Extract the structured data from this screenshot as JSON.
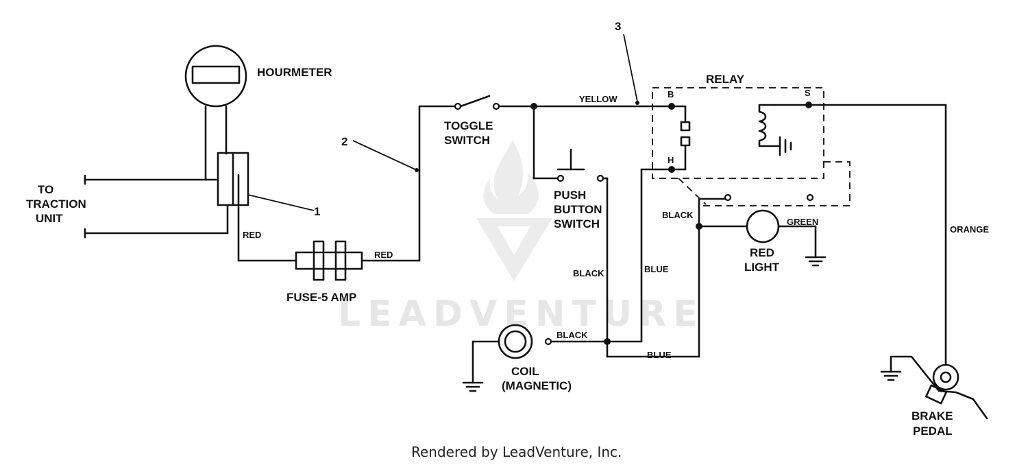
{
  "watermark": {
    "text": "LEADVENTURE",
    "icon": "leadventure-flame-logo"
  },
  "footer": {
    "credit": "Rendered by LeadVenture, Inc."
  },
  "components": {
    "hourmeter": "HOURMETER",
    "traction_unit": [
      "TO",
      "TRACTION",
      "UNIT"
    ],
    "fuse": "FUSE-5 AMP",
    "toggle_switch": [
      "TOGGLE",
      "SWITCH"
    ],
    "push_button_switch": [
      "PUSH",
      "BUTTON",
      "SWITCH"
    ],
    "relay": "RELAY",
    "red_light": [
      "RED",
      "LIGHT"
    ],
    "coil": [
      "COIL",
      "(MAGNETIC)"
    ],
    "brake_pedal": [
      "BRAKE",
      "PEDAL"
    ]
  },
  "terminals": {
    "relay_b": "B",
    "relay_h": "H",
    "relay_s": "S"
  },
  "wires": {
    "red_a": "RED",
    "red_b": "RED",
    "yellow": "YELLOW",
    "black_relay": "BLACK",
    "black_push": "BLACK",
    "blue_vertical": "BLUE",
    "black_coil": "BLACK",
    "blue_bottom": "BLUE",
    "green": "GREEN",
    "orange": "ORANGE"
  },
  "callouts": {
    "c1": "1",
    "c2": "2",
    "c3": "3"
  }
}
